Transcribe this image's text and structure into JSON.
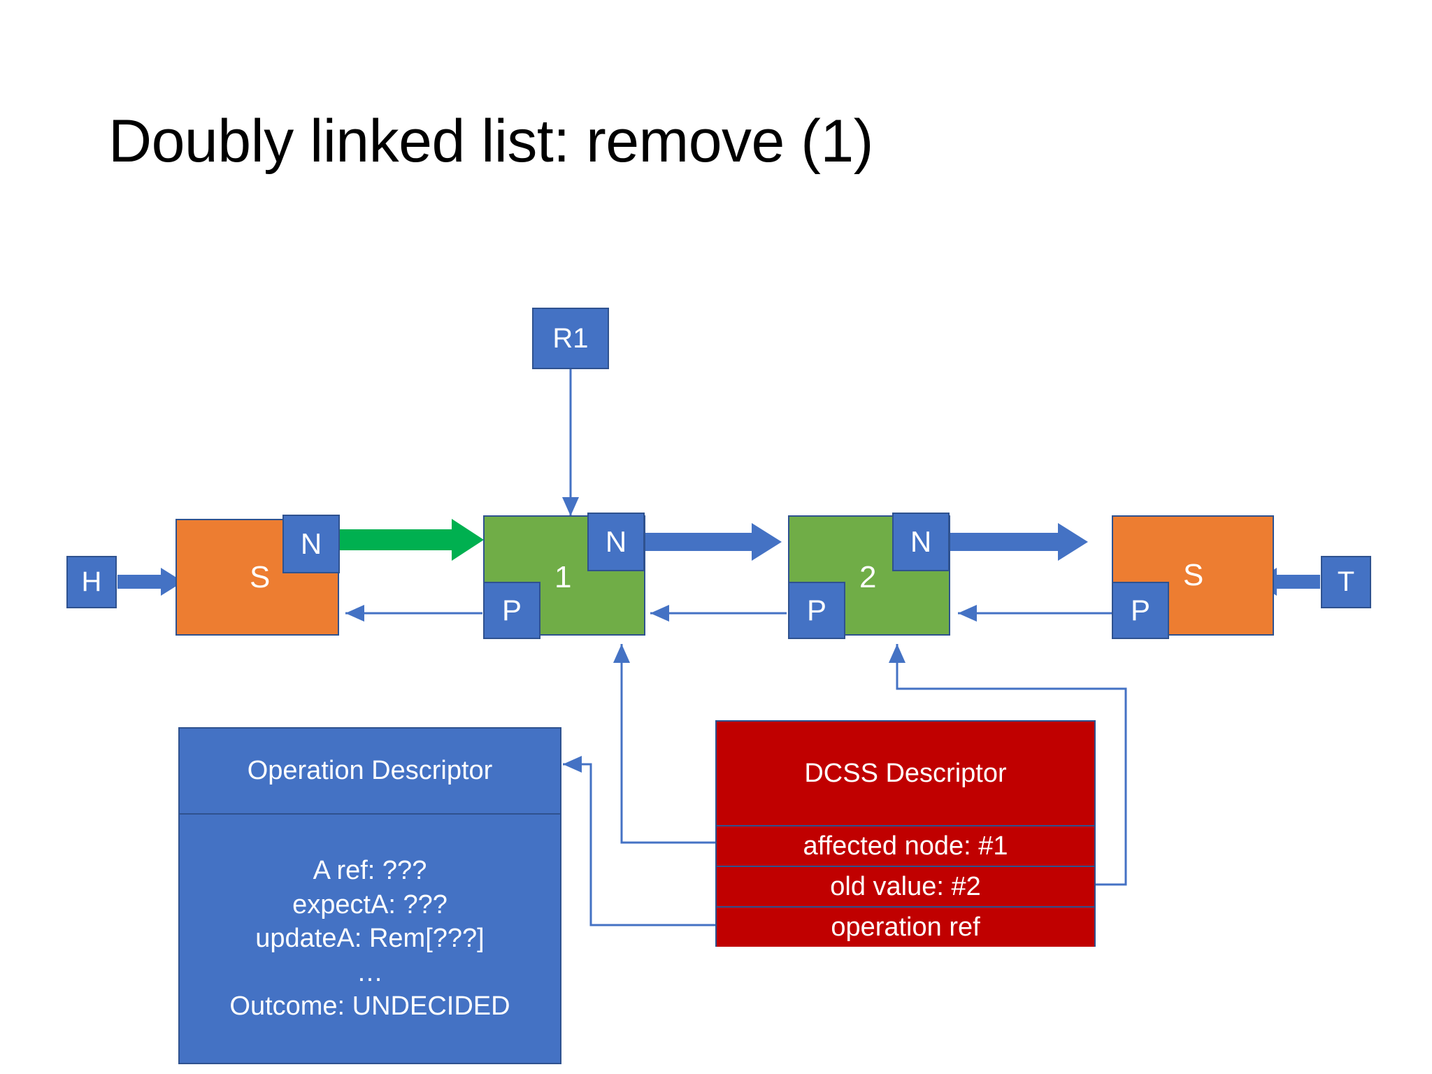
{
  "slide": {
    "title": "Doubly linked list: remove (1)"
  },
  "colors": {
    "sentinel": "#ed7d31",
    "data_node": "#70ad47",
    "pointer_chip": "#4472c4",
    "border": "#2f528f",
    "operation_descriptor": "#4472c4",
    "dcss_descriptor": "#c00000",
    "active_arrow": "#00b050",
    "normal_arrow": "#4472c4",
    "background": "#ffffff"
  },
  "endpoints": {
    "head": "H",
    "tail": "T",
    "record": "R1"
  },
  "nodes": [
    {
      "id": "head-sentinel",
      "kind": "sentinel",
      "value": "S",
      "next_label": "N",
      "prev_label": ""
    },
    {
      "id": "node-1",
      "kind": "data",
      "value": "1",
      "next_label": "N",
      "prev_label": "P"
    },
    {
      "id": "node-2",
      "kind": "data",
      "value": "2",
      "next_label": "N",
      "prev_label": "P"
    },
    {
      "id": "tail-sentinel",
      "kind": "sentinel",
      "value": "S",
      "next_label": "",
      "prev_label": "P"
    }
  ],
  "operation_descriptor": {
    "title": "Operation Descriptor",
    "fields": [
      "A ref: ???",
      "expectA: ???",
      "updateA: Rem[???]",
      "…",
      "Outcome: UNDECIDED"
    ]
  },
  "dcss_descriptor": {
    "title": "DCSS Descriptor",
    "rows": [
      "affected node: #1",
      "old value: #2",
      "operation ref"
    ]
  },
  "arrows": {
    "head_to_sentinel": "H points to head sentinel",
    "tail_to_sentinel": "T points to tail sentinel",
    "r1_to_node1": "R1 points to node 1",
    "active_next": "head sentinel next -> node 1 (highlighted)",
    "next_1_to_2": "node 1 next -> node 2",
    "next_2_to_tail": "node 2 next -> tail sentinel",
    "prev_1_to_sentinel": "node 1 prev -> head sentinel",
    "prev_2_to_1": "node 2 prev -> node 1",
    "prev_tail_to_2": "tail sentinel prev -> node 2",
    "dcss_affected_to_node1": "DCSS affected node -> node 1",
    "dcss_oldvalue_to_node2": "DCSS old value -> node 2",
    "dcss_opref_to_opdesc": "DCSS operation ref -> Operation Descriptor"
  }
}
